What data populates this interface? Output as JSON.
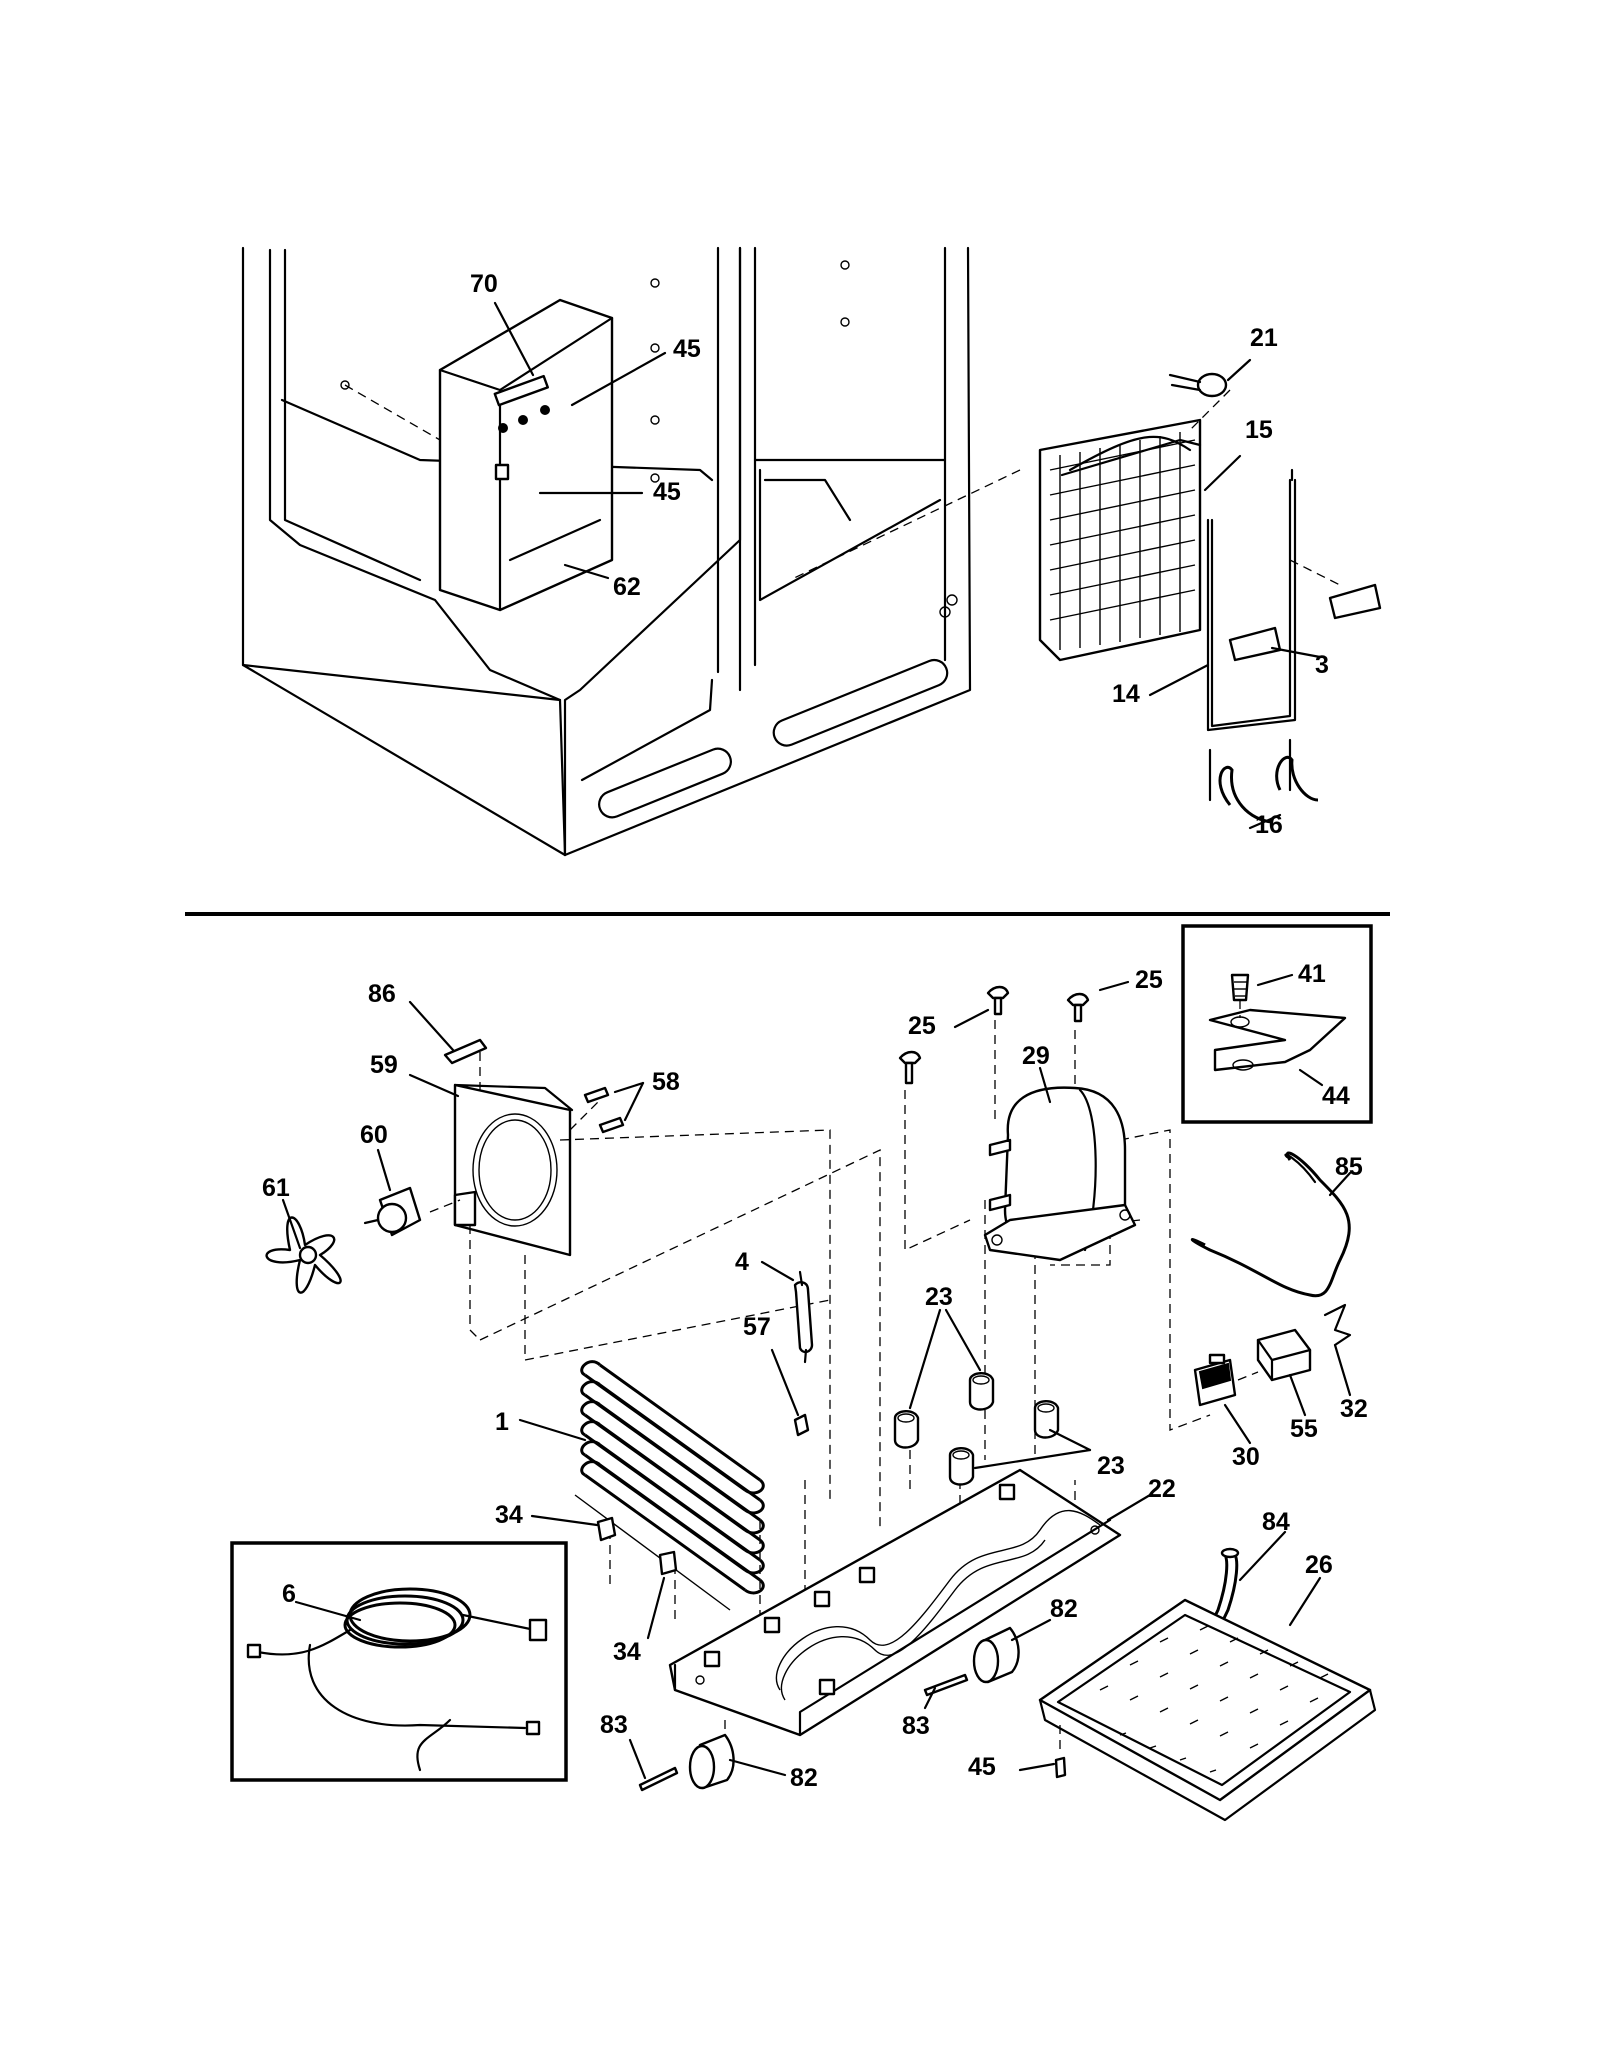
{
  "callouts": {
    "c70": "70",
    "c45a": "45",
    "c45b": "45",
    "c62": "62",
    "c21": "21",
    "c15": "15",
    "c3": "3",
    "c14": "14",
    "c16": "16",
    "c86": "86",
    "c59": "59",
    "c58": "58",
    "c60": "60",
    "c61": "61",
    "c25a": "25",
    "c25b": "25",
    "c29": "29",
    "c41": "41",
    "c44": "44",
    "c85": "85",
    "c4": "4",
    "c57": "57",
    "c23a": "23",
    "c23b": "23",
    "c1": "1",
    "c34a": "34",
    "c34b": "34",
    "c22": "22",
    "c55": "55",
    "c32": "32",
    "c30": "30",
    "c84": "84",
    "c26": "26",
    "c6": "6",
    "c82a": "82",
    "c82b": "82",
    "c83a": "83",
    "c83b": "83",
    "c45c": "45"
  }
}
